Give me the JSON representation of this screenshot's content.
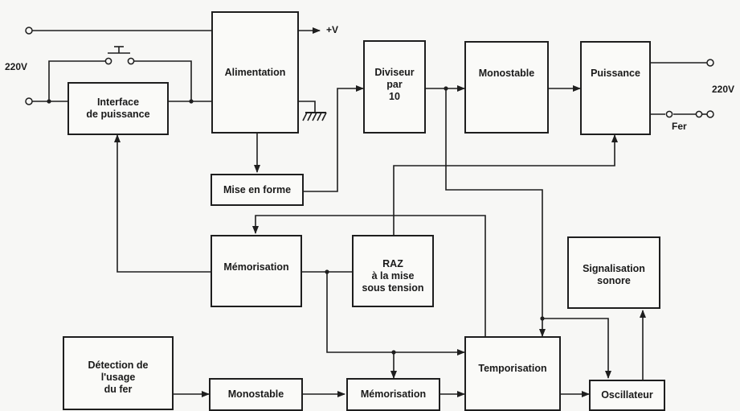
{
  "blocks": {
    "interface": "Interface\nde puissance",
    "alimentation": "Alimentation",
    "mise_en_forme": "Mise en forme",
    "diviseur": "Diviseur\npar\n10",
    "monostable_top": "Monostable",
    "puissance": "Puissance",
    "memorisation_mid": "Mémorisation",
    "raz": "RAZ\nà la mise\nsous tension",
    "signalisation": "Signalisation\nsonore",
    "detection": "Détection de\nl'usage\ndu fer",
    "monostable_bottom": "Monostable",
    "memorisation_bottom": "Mémorisation",
    "temporisation": "Temporisation",
    "oscillateur": "Oscillateur"
  },
  "terminals": {
    "mains_left": "220V",
    "mains_right": "220V",
    "supply": "+V",
    "iron": "Fer"
  }
}
